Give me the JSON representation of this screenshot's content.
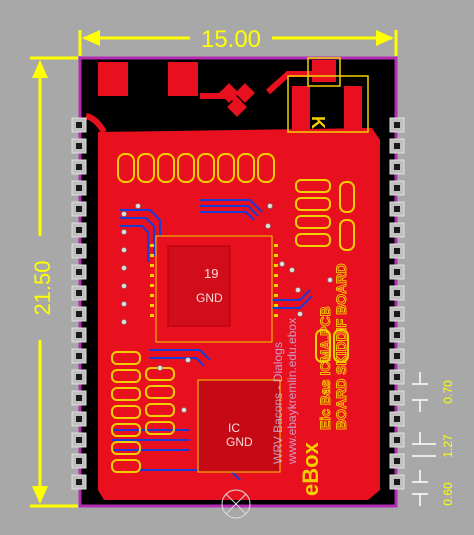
{
  "dimensions": {
    "width_label": "15.00",
    "height_label": "21.50",
    "pitch_top": "0.70",
    "pitch_mid": "1.27",
    "pitch_bottom": "0.60"
  },
  "silkscreen": {
    "brand": "eBox",
    "line1": "BOARD SKIDDIF BOARD",
    "line2": "Eic Bas ICMA.PCB",
    "line3": "www.ebaykremlin.edu.ebox",
    "line4": "WRV Bacons - Dialogs",
    "chip_label_1": "19",
    "chip_label_2": "GND",
    "chip_label_3": "IC",
    "chip_label_4": "GND",
    "corner_k": "K"
  },
  "colors": {
    "background": "#a8a8a8",
    "board": "#000000",
    "copper_top": "#e8101e",
    "copper_bottom": "#1a3bd6",
    "silkscreen": "#f2d000",
    "outline": "#b22db2",
    "pad": "#c0c0c0",
    "dim": "#ffff00"
  },
  "icons": {
    "fiducial": "crossed-circle-icon"
  }
}
